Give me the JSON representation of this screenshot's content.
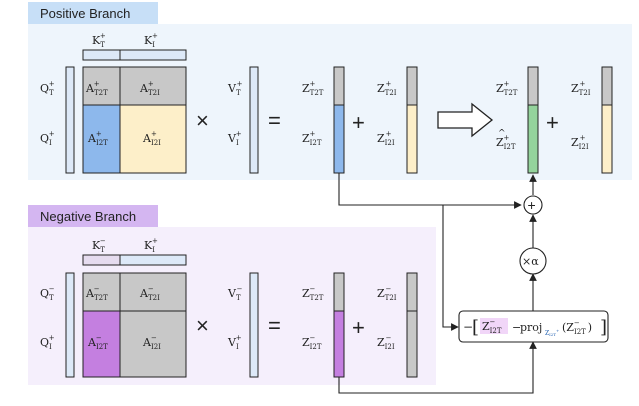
{
  "positive": {
    "title": "Positive Branch",
    "k_cols": [
      "K",
      "K"
    ],
    "k_subs": [
      "T",
      "I"
    ],
    "q_rows": [
      "Q",
      "Q"
    ],
    "q_subs": [
      "T",
      "I"
    ],
    "cells": [
      "A",
      "A",
      "A",
      "A"
    ],
    "cell_subs": [
      "T2T",
      "T2I",
      "I2T",
      "I2I"
    ],
    "v_rows": [
      "V",
      "V"
    ],
    "v_subs": [
      "T",
      "I"
    ],
    "z_left": [
      "Z",
      "Z"
    ],
    "z_left_subs": [
      "T2T",
      "I2T"
    ],
    "z_right": [
      "Z",
      "Z"
    ],
    "z_right_subs": [
      "T2I",
      "I2I"
    ],
    "z_out_left": [
      "Z",
      "Z"
    ],
    "z_out_left_subs": [
      "T2T",
      "I2T"
    ],
    "z_out_right": [
      "Z",
      "Z"
    ],
    "z_out_right_subs": [
      "T2I",
      "I2I"
    ],
    "sign": "+"
  },
  "negative": {
    "title": "Negative Branch",
    "k_cols": [
      "K",
      "K"
    ],
    "k_subs": [
      "T",
      "I"
    ],
    "k_sups": [
      "−",
      "+"
    ],
    "q_rows": [
      "Q",
      "Q"
    ],
    "q_subs": [
      "T",
      "I"
    ],
    "q_sups": [
      "−",
      "+"
    ],
    "cells": [
      "A",
      "A",
      "A",
      "A"
    ],
    "cell_subs": [
      "T2T",
      "T2I",
      "I2T",
      "I2I"
    ],
    "v_rows": [
      "V",
      "V"
    ],
    "v_subs": [
      "T",
      "I"
    ],
    "v_sups": [
      "−",
      "+"
    ],
    "z_left": [
      "Z",
      "Z"
    ],
    "z_left_subs": [
      "T2T",
      "I2T"
    ],
    "z_right": [
      "Z",
      "Z"
    ],
    "z_right_subs": [
      "T2I",
      "I2I"
    ],
    "sign": "−"
  },
  "ops": {
    "times": "×",
    "equals": "=",
    "plus": "+",
    "oplus": "+",
    "scale": "×α"
  },
  "proj": {
    "text": "proj",
    "arg": "Z",
    "arg_sub": "I2T",
    "minus": "−"
  },
  "colors": {
    "pos_bg": "#eef5fc",
    "pos_title_bg": "#c7dff7",
    "neg_bg": "#f5effc",
    "neg_title_bg": "#d4b6f1",
    "gray": "#c8c8c8",
    "blue": "#8db8ec",
    "cream": "#fdefc9",
    "green": "#94d39c",
    "purple": "#c47fe0",
    "lightblue": "#dde9f8",
    "lavender": "#e6dcef"
  }
}
